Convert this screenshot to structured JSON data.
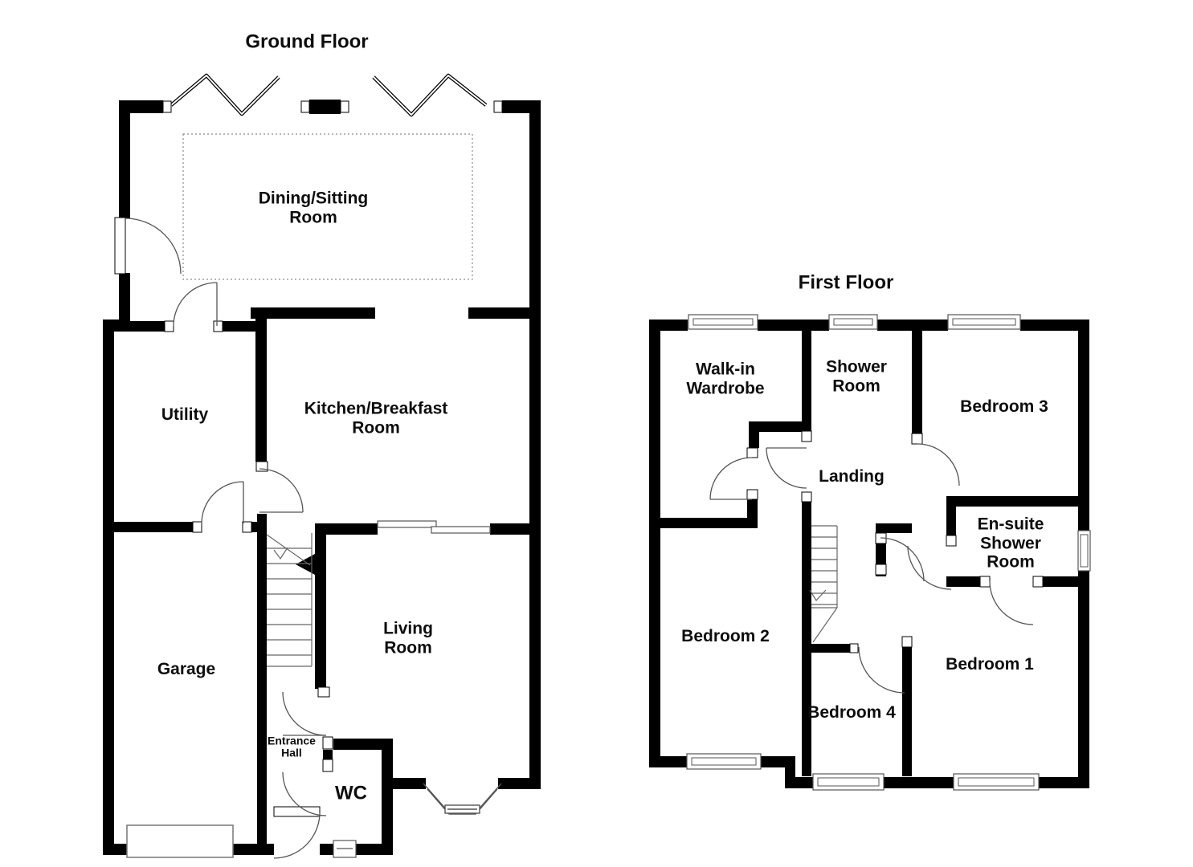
{
  "ground": {
    "title": "Ground Floor",
    "rooms": {
      "dining": "Dining/Sitting\nRoom",
      "utility": "Utility",
      "kitchen": "Kitchen/Breakfast\nRoom",
      "garage": "Garage",
      "living": "Living\nRoom",
      "entrance": "Entrance\nHall",
      "wc": "WC"
    }
  },
  "first": {
    "title": "First Floor",
    "rooms": {
      "wardrobe": "Walk-in\nWardrobe",
      "shower": "Shower\nRoom",
      "bedroom3": "Bedroom 3",
      "landing": "Landing",
      "ensuite": "En-suite\nShower\nRoom",
      "bedroom2": "Bedroom 2",
      "bedroom4": "Bedroom 4",
      "bedroom1": "Bedroom 1"
    }
  },
  "colors": {
    "wall": "#000000",
    "background": "#ffffff",
    "detail_line": "#555555"
  }
}
